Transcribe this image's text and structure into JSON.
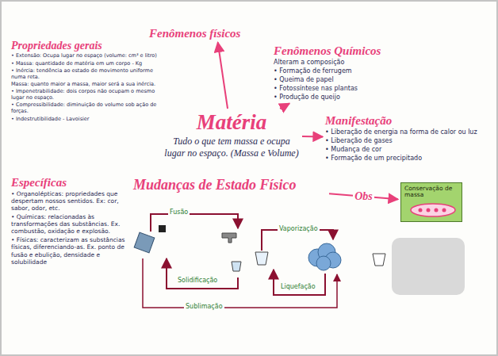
{
  "diagram": {
    "nodes": [
      {
        "text": [
          "Fenômenos físicos"
        ]
      },
      {
        "text": [
          "Propriedades gerais",
          "• Extensão: Ocupa lugar no espaço (volume: cm³ e litro)",
          "• Massa: quantidade de matéria em um corpo - Kg",
          "• Inércia: tendência ao estado de movimento uniforme numa reta.",
          "Massa: quanto maior a massa, maior será a sua inércia.",
          "• Impenetrabilidade: dois corpos não ocupam o mesmo lugar no espaço.",
          "• Compressibilidade: diminuição do volume sob ação de forças.",
          "• Indestrutibilidade - Lavoisier"
        ]
      },
      {
        "text": [
          "Fenômenos Químicos",
          "Alteram a composição",
          "• Formação de ferrugem",
          "• Queima de papel",
          "• Fotossíntese nas plantas",
          "• Produção de queijo"
        ]
      },
      {
        "text": [
          "Matéria",
          "Tudo o que tem massa e ocupa lugar no espaço. (Massa e Volume)"
        ]
      },
      {
        "text": [
          "Manifestação",
          "• Liberação de energia na forma de calor ou luz",
          "• Liberação de gases",
          "• Mudança de cor",
          "• Formação de um precipitado"
        ]
      },
      {
        "text": [
          "Específicas",
          "• Organolépticas: propriedades que despertam nossos sentidos. Ex: cor, sabor, odor, etc.",
          "• Químicas: relacionadas às transformações das substâncias. Ex. combustão, oxidação e explosão.",
          "• Físicas: caracterizam as substâncias físicas, diferenciando-as. Ex. ponto de fusão e ebulição, densidade e solubilidade"
        ]
      },
      {
        "text": [
          "Mudanças de Estado Físico"
        ]
      },
      {
        "text": [
          "Conservação de massa"
        ]
      }
    ],
    "edges": [
      {
        "from": 3,
        "to": 0,
        "arrow": "to"
      },
      {
        "from": 3,
        "to": 2,
        "arrow": "to"
      },
      {
        "from": 3,
        "to": 4,
        "arrow": "to"
      },
      {
        "from": 6,
        "to": 7,
        "label": "Obs",
        "arrow": "to"
      }
    ],
    "labels": [
      "Fusão",
      "Solidificação",
      "Sublimação",
      "Vaporização",
      "Liquefação"
    ]
  }
}
